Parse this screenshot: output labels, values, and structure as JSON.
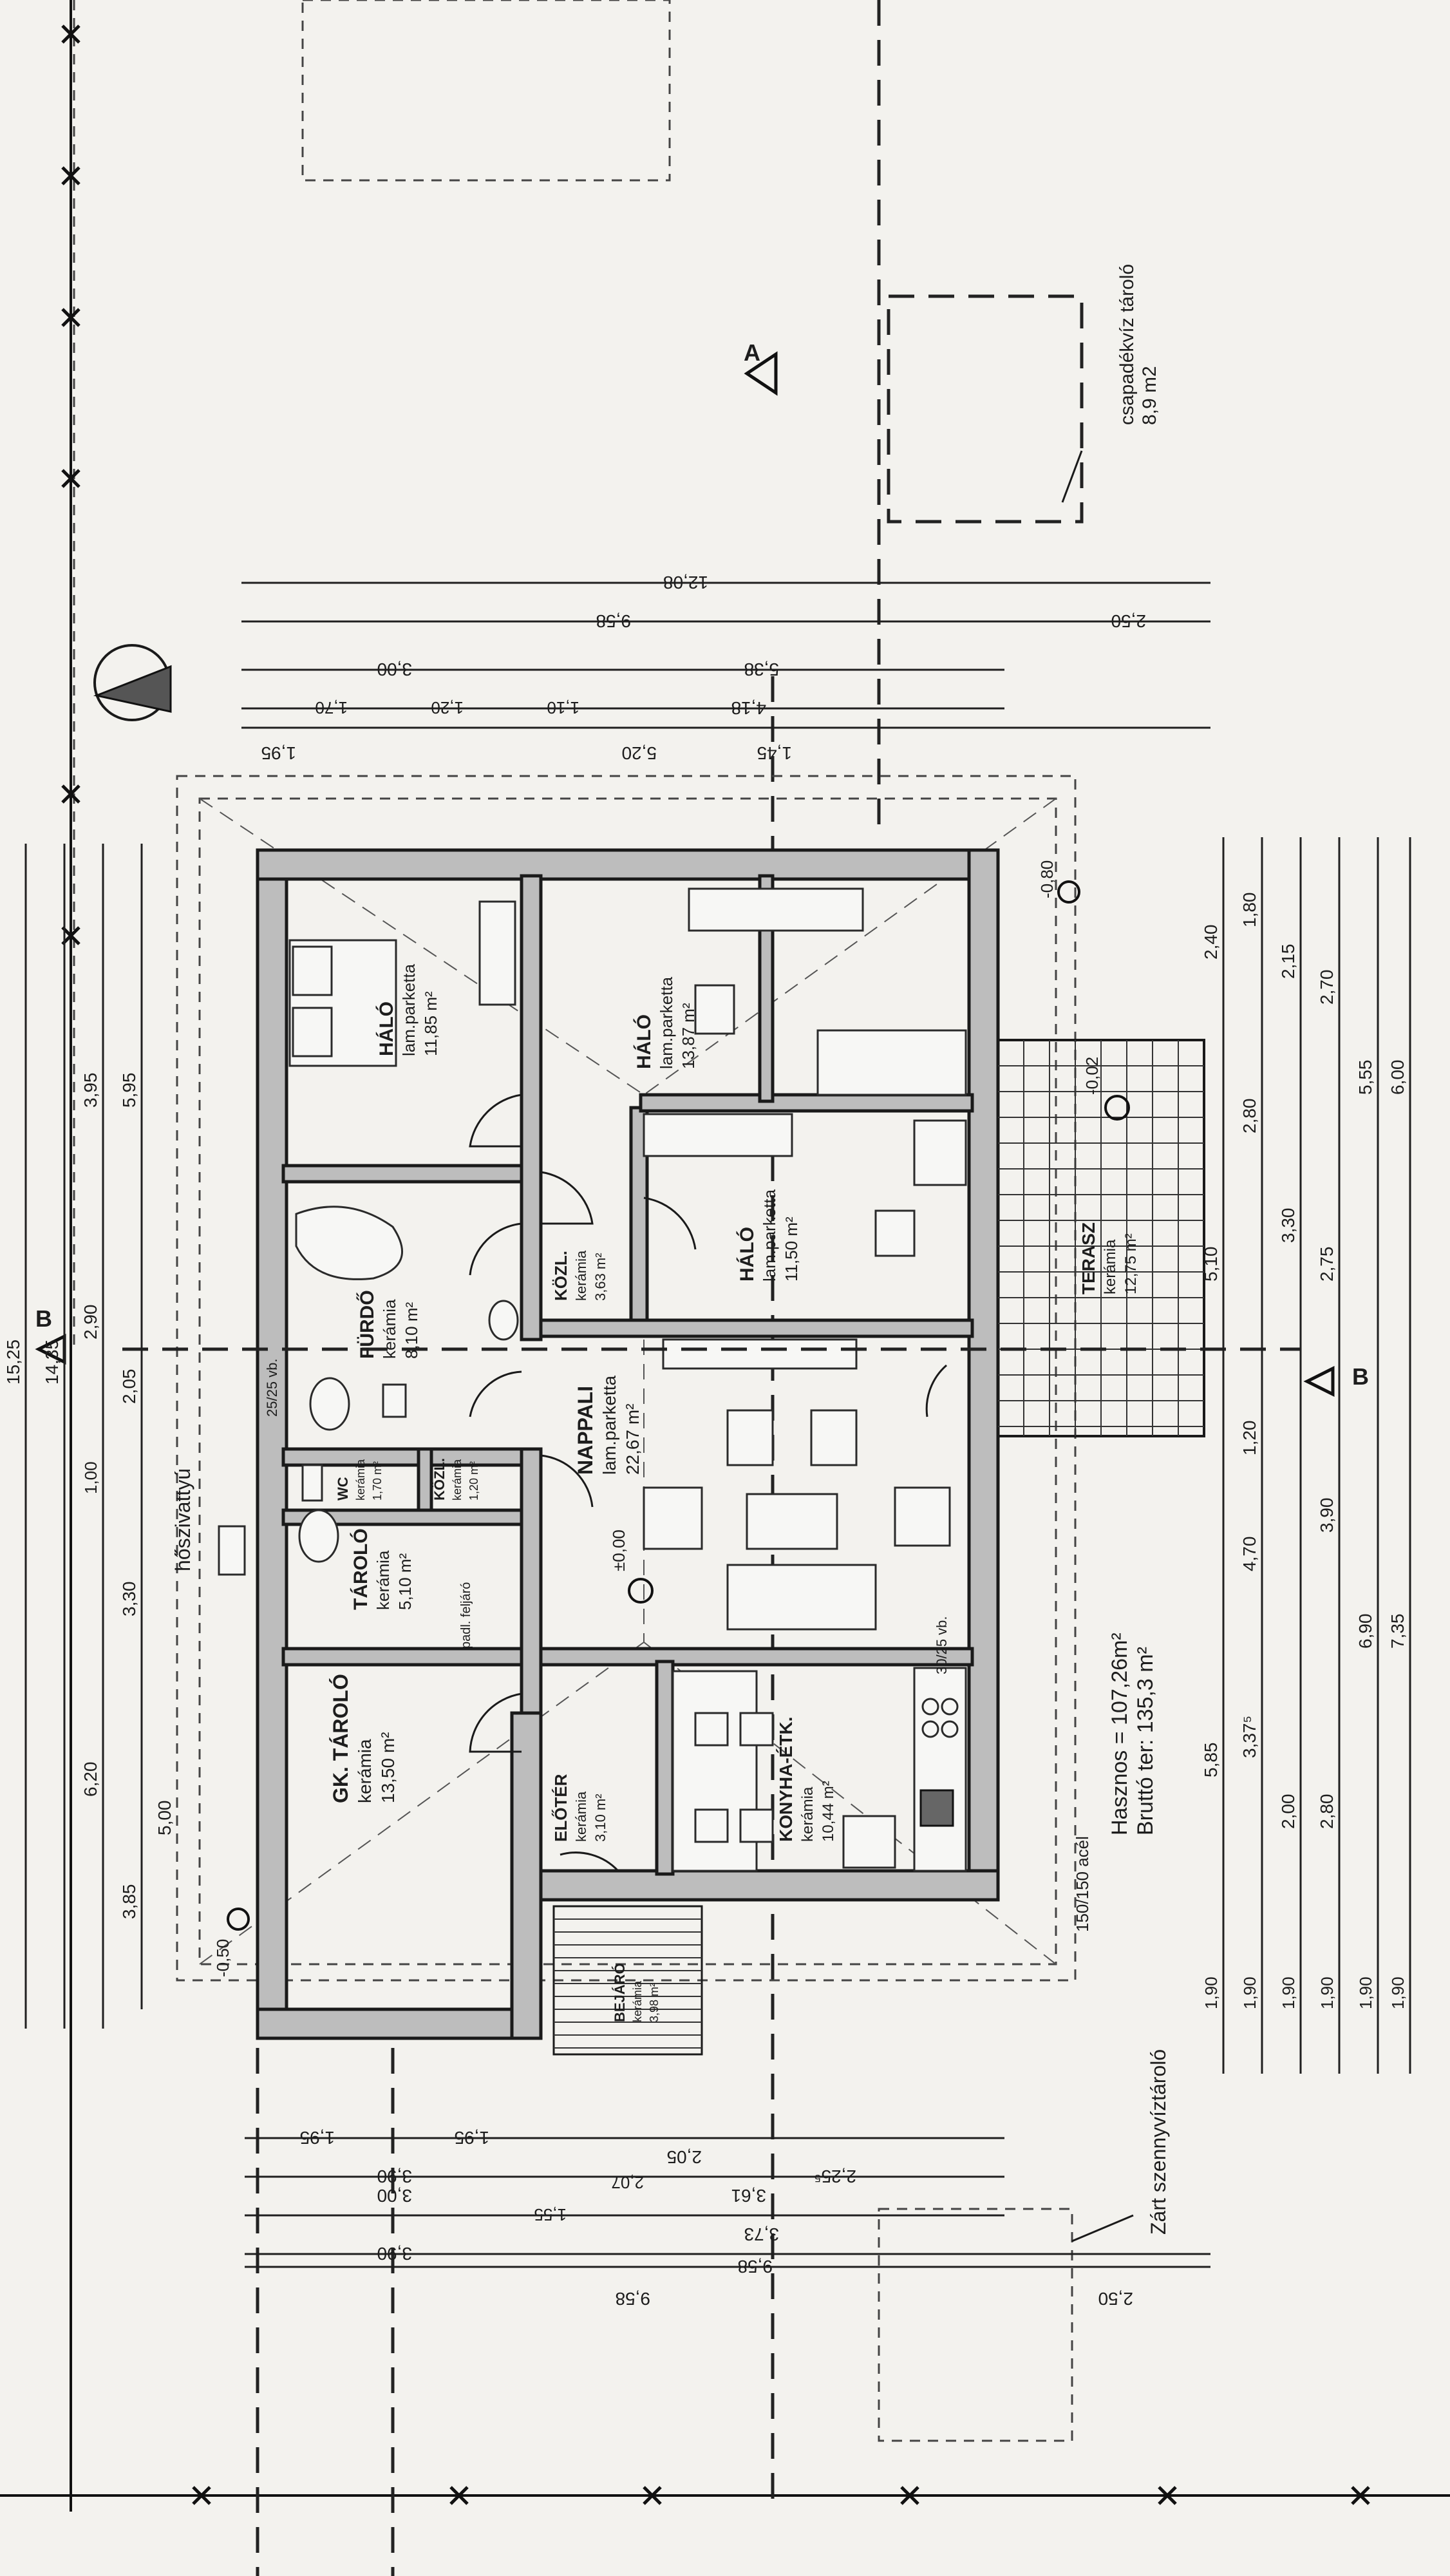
{
  "rooms": [
    {
      "id": "halo1",
      "name": "HÁLÓ",
      "finish": "lam.parketta",
      "area": "11,85 m²"
    },
    {
      "id": "halo2",
      "name": "HÁLÓ",
      "finish": "lam.parketta",
      "area": "13,87 m²"
    },
    {
      "id": "halo3",
      "name": "HÁLÓ",
      "finish": "lam.parketta",
      "area": "11,50 m²"
    },
    {
      "id": "furdo",
      "name": "FÜRDŐ",
      "finish": "kerámia",
      "area": "8,10 m²"
    },
    {
      "id": "kozl1",
      "name": "KÖZL.",
      "finish": "kerámia",
      "area": "3,63 m²"
    },
    {
      "id": "kozl2",
      "name": "KÖZL.",
      "finish": "kerámia",
      "area": "1,20 m²"
    },
    {
      "id": "wc",
      "name": "WC",
      "finish": "kerámia",
      "area": "1,70 m²"
    },
    {
      "id": "nappali",
      "name": "NAPPALI",
      "finish": "lam.parketta",
      "area": "22,67 m²"
    },
    {
      "id": "tarolo",
      "name": "TÁROLÓ",
      "finish": "kerámia",
      "area": "5,10 m²"
    },
    {
      "id": "gktarolo",
      "name": "GK. TÁROLÓ",
      "finish": "kerámia",
      "area": "13,50 m²"
    },
    {
      "id": "eloter",
      "name": "ELŐTÉR",
      "finish": "kerámia",
      "area": "3,10 m²"
    },
    {
      "id": "konyha",
      "name": "KONYHA-ÉTK.",
      "finish": "kerámia",
      "area": "10,44 m²"
    },
    {
      "id": "terasz",
      "name": "TERASZ",
      "finish": "kerámia",
      "area": "12,75 m²"
    },
    {
      "id": "bejaro",
      "name": "BEJÁRÓ",
      "finish": "kerámia",
      "area": "3,98 m²"
    }
  ],
  "labels": {
    "csapadek_title": "csapadékvíz tároló",
    "csapadek_area": "8,9 m2",
    "hoszivattyu": "hőszivattyú",
    "szennyviz": "Zárt szennyvíztároló",
    "hasznos": "Hasznos = 107,26m²",
    "brutto": "Bruttó ter: 135,3 m²",
    "acel": "150/150 acél",
    "vb_25": "25/25 vb.",
    "vb_30": "30/25 vb.",
    "padlas": "padl. feljáró",
    "section_a": "A",
    "section_b": "B",
    "zero_level": "±0,00",
    "terasz_level": "-0,02",
    "level_m080": "-0,80",
    "level_m050": "-0,50"
  },
  "dims": {
    "top_total": "12,08",
    "top_958": "9,58",
    "top_250": "2,50",
    "top_300": "3,00",
    "top_538": "5,38",
    "top_418": "4,18",
    "top_520": "5,20",
    "top_195": "1,95",
    "top_145": "1,45",
    "top_110": "1,10",
    "top_120": "1,20",
    "top_170": "1,70",
    "left_1525": "15,25",
    "left_1435": "14,35",
    "left_395": "3,95",
    "left_595": "5,95",
    "left_290": "2,90",
    "left_205": "2,05",
    "left_100": "1,00",
    "left_330": "3,30",
    "left_620": "6,20",
    "left_500": "5,00",
    "left_385": "3,85",
    "right_600": "6,00",
    "right_555": "5,55",
    "right_270": "2,70",
    "right_215": "2,15",
    "right_180": "1,80",
    "right_240": "2,40",
    "right_280": "2,80",
    "right_330": "3,30",
    "right_275": "2,75",
    "right_510": "5,10",
    "right_120": "1,20",
    "right_470": "4,70",
    "right_390": "3,90",
    "right_690": "6,90",
    "right_735": "7,35",
    "right_585": "5,85",
    "right_337": "3,37⁵",
    "right_200": "2,00",
    "right_190": "1,90",
    "bot_195": "1,95",
    "bot_205": "2,05",
    "bot_225": "2,25⁵",
    "bot_390": "3,90",
    "bot_300": "3,00",
    "bot_361": "3,61",
    "bot_373": "3,73",
    "bot_958": "9,58",
    "bot_250": "2,50",
    "bot_207": "2,07",
    "bot_155": "1,55"
  }
}
